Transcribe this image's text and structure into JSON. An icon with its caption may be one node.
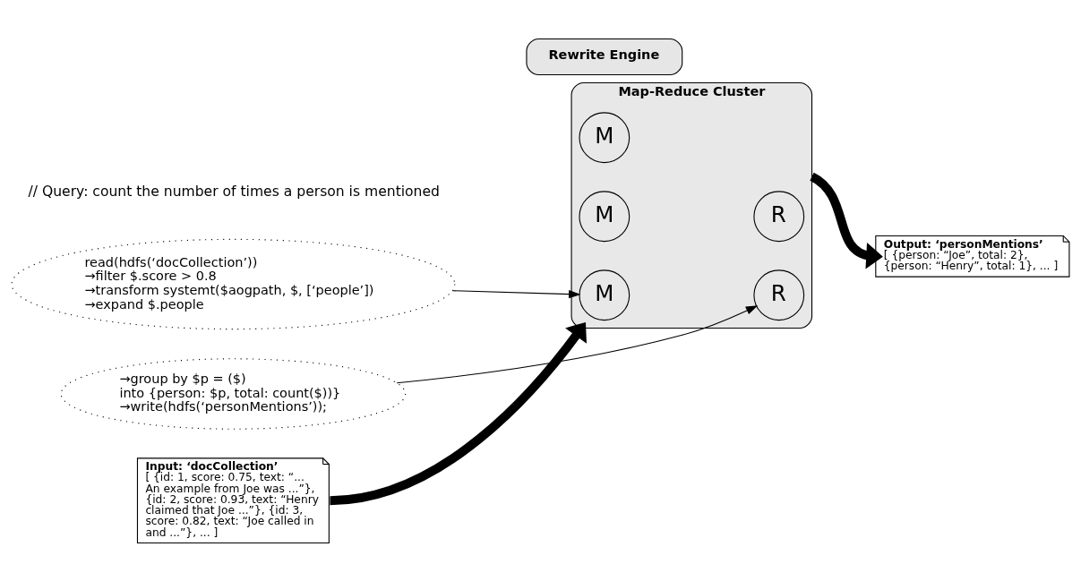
{
  "diagram": {
    "nodes": [
      {
        "text": [
          "read(hdfs(‘docCollection’))",
          "→filter $.score > 0.8",
          "→transform systemt($aogpath, $, [‘people’])",
          "→expand $.people"
        ]
      },
      {
        "text": [
          "→group by $p = ($)",
          "into {person: $p, total: count($))}",
          "→write(hdfs(‘personMentions’));"
        ]
      },
      {
        "text": [
          "Input: ‘docCollection’",
          "[ {id: 1, score: 0.75, text: “... An example from Joe was ...”}, {id: 2, score: 0.93, text: “Henry claimed that Joe ...”}, {id: 3, score: 0.82, text: “Joe called in and ...”}, ... ]"
        ]
      },
      {
        "text": [
          "Rewrite Engine"
        ]
      },
      {
        "text": [
          "Map-Reduce Cluster"
        ]
      },
      {
        "text": [
          "M"
        ],
        "in": 4
      },
      {
        "text": [
          "M"
        ],
        "in": 4
      },
      {
        "text": [
          "M"
        ],
        "in": 4
      },
      {
        "text": [
          "R"
        ],
        "in": 4
      },
      {
        "text": [
          "R"
        ],
        "in": 4
      },
      {
        "text": [
          "Output: ‘personMentions’",
          "[ {person: “Joe”, total: 2}, {person: “Henry”, total: 1}, ... ]"
        ]
      }
    ],
    "edges": [
      {
        "from": 0,
        "to": 5,
        "arrow": "to"
      },
      {
        "from": 1,
        "to": 8,
        "arrow": "to"
      },
      {
        "from": 2,
        "to": 4,
        "arrow": "to",
        "style": "thick"
      },
      {
        "from": 4,
        "to": 10,
        "arrow": "to",
        "style": "thick"
      }
    ],
    "labels": [
      "// Query: count the number of times a person is mentioned"
    ]
  }
}
